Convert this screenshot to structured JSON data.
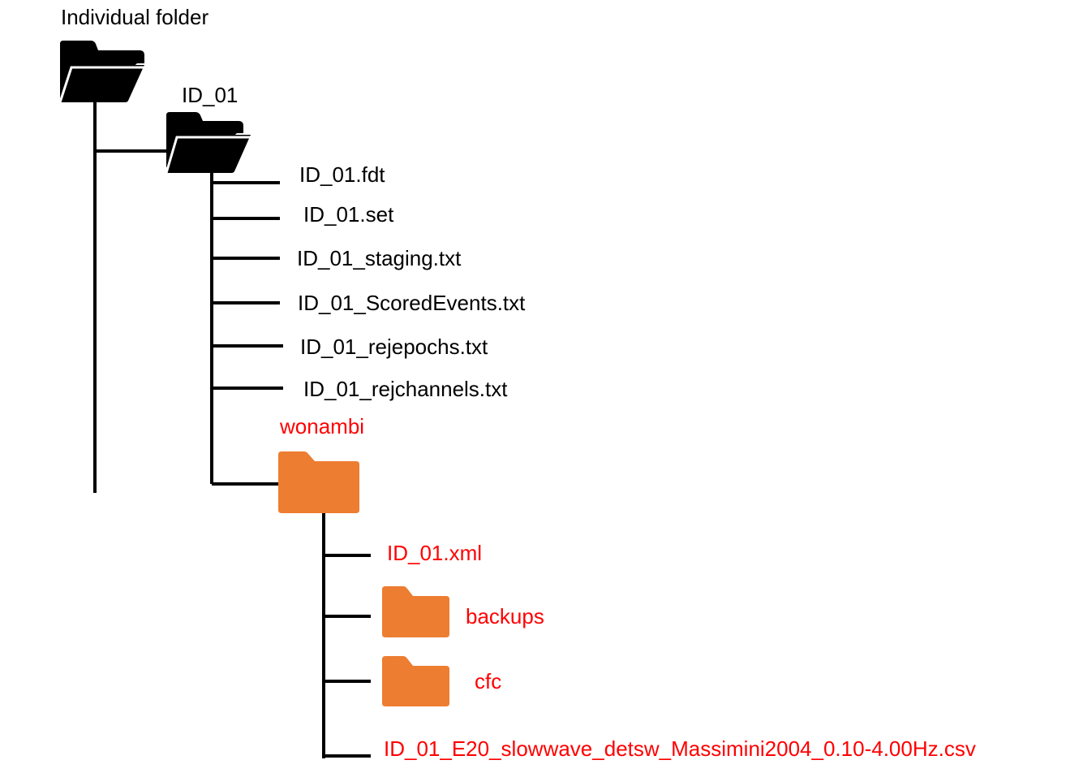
{
  "colors": {
    "line": "#000000",
    "text": "#000000",
    "highlight_text": "#ff0000",
    "folder_black": "#000000",
    "folder_orange": "#ed7d31"
  },
  "tree": {
    "root": {
      "label": "Individual folder",
      "icon": "open-folder-icon"
    },
    "subject": {
      "label": "ID_01",
      "icon": "open-folder-icon"
    },
    "subject_files": [
      "ID_01.fdt",
      "ID_01.set",
      "ID_01_staging.txt",
      "ID_01_ScoredEvents.txt",
      "ID_01_rejepochs.txt",
      "ID_01_rejchannels.txt"
    ],
    "wonambi": {
      "label": "wonambi",
      "icon": "folder-icon"
    },
    "wonambi_children": {
      "xml_file": "ID_01.xml",
      "backups_folder": "backups",
      "cfc_folder": "cfc",
      "csv_file": "ID_01_E20_slowwave_detsw_Massimini2004_0.10-4.00Hz.csv"
    }
  }
}
